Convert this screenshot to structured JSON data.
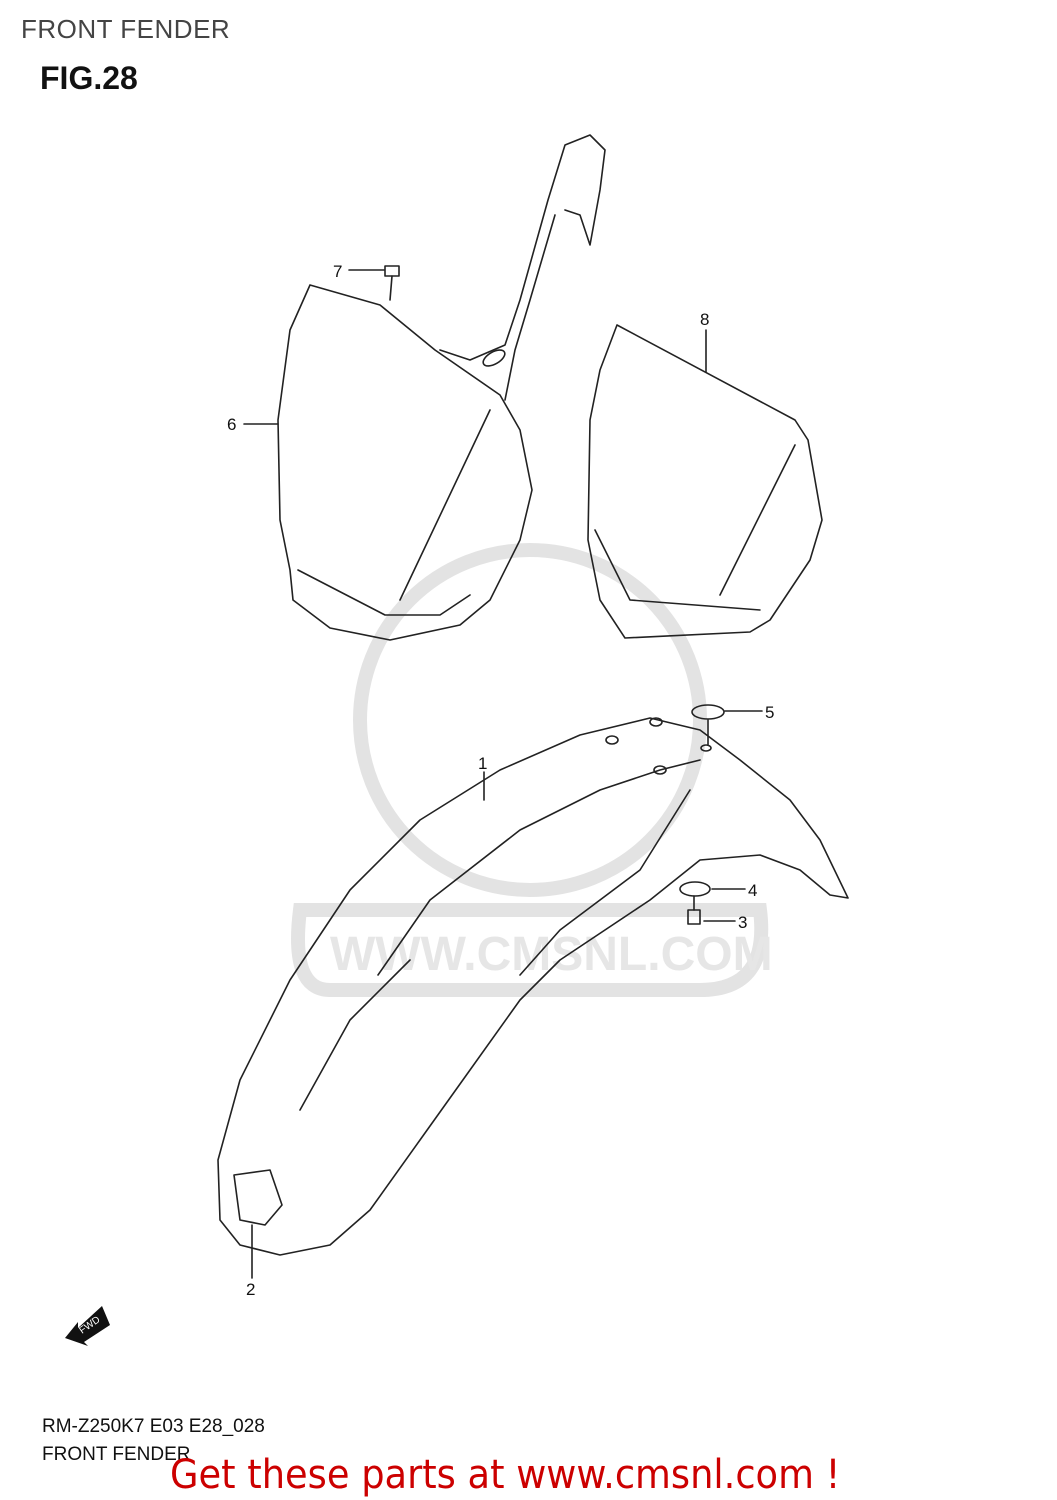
{
  "header": {
    "title": "FRONT FENDER",
    "figure": "FIG.28"
  },
  "diagram": {
    "callouts": [
      "1",
      "2",
      "3",
      "4",
      "5",
      "6",
      "7",
      "8"
    ],
    "direction_arrow": "FWD"
  },
  "watermark": {
    "text": "WWW.CMSNL.COM",
    "logo": "CMS"
  },
  "footer": {
    "code": "RM-Z250K7 E03 E28_028",
    "caption": "FRONT FENDER",
    "promo": "Get these parts at www.cmsnl.com !"
  },
  "colors": {
    "promo": "#cc0000",
    "watermark": "#e3e3e3"
  }
}
